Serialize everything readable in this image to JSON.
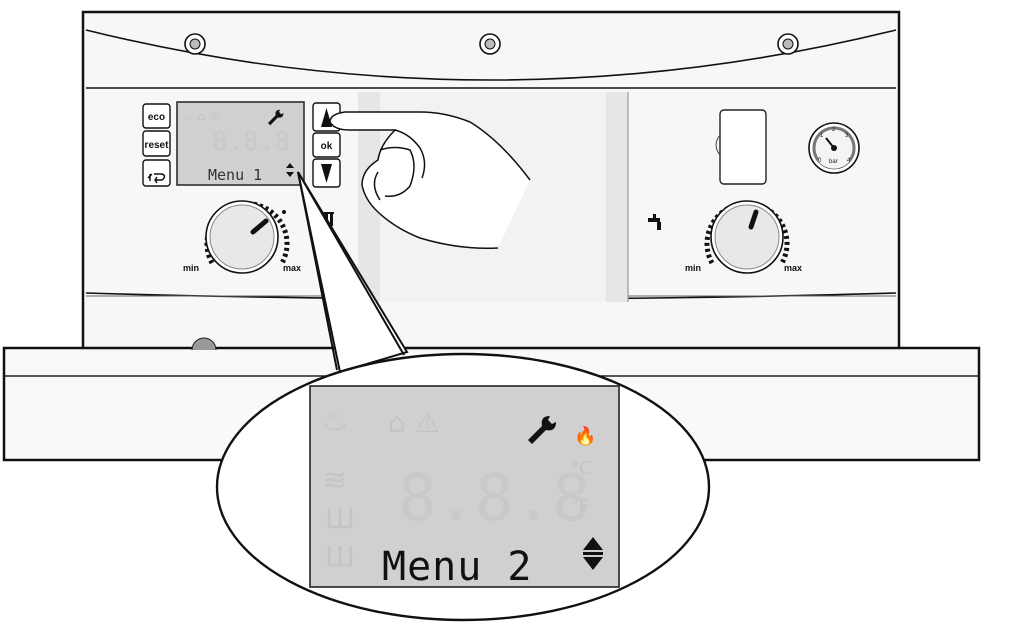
{
  "buttons": {
    "eco": "eco",
    "reset": "reset",
    "ok": "ok"
  },
  "display": {
    "small_menu_text": "Menu 1",
    "zoom_menu_text": "Menu 2",
    "ghost_digits": "8.8.8",
    "ghost_unit_c": "°C",
    "ghost_unit_f": "°F"
  },
  "heating_knob": {
    "min_label": "min",
    "max_label": "max"
  },
  "water_knob": {
    "min_label": "min",
    "max_label": "max"
  },
  "pressure_gauge": {
    "unit": "bar",
    "scale": [
      "0",
      "1",
      "2",
      "3",
      "4"
    ]
  },
  "icons": [
    "wrench-icon",
    "arrow-up-icon",
    "arrow-down-icon",
    "back-icon",
    "tap-icon",
    "radiator-icon",
    "pointing-hand-icon",
    "pressure-gauge-icon",
    "service-screw-icon"
  ]
}
